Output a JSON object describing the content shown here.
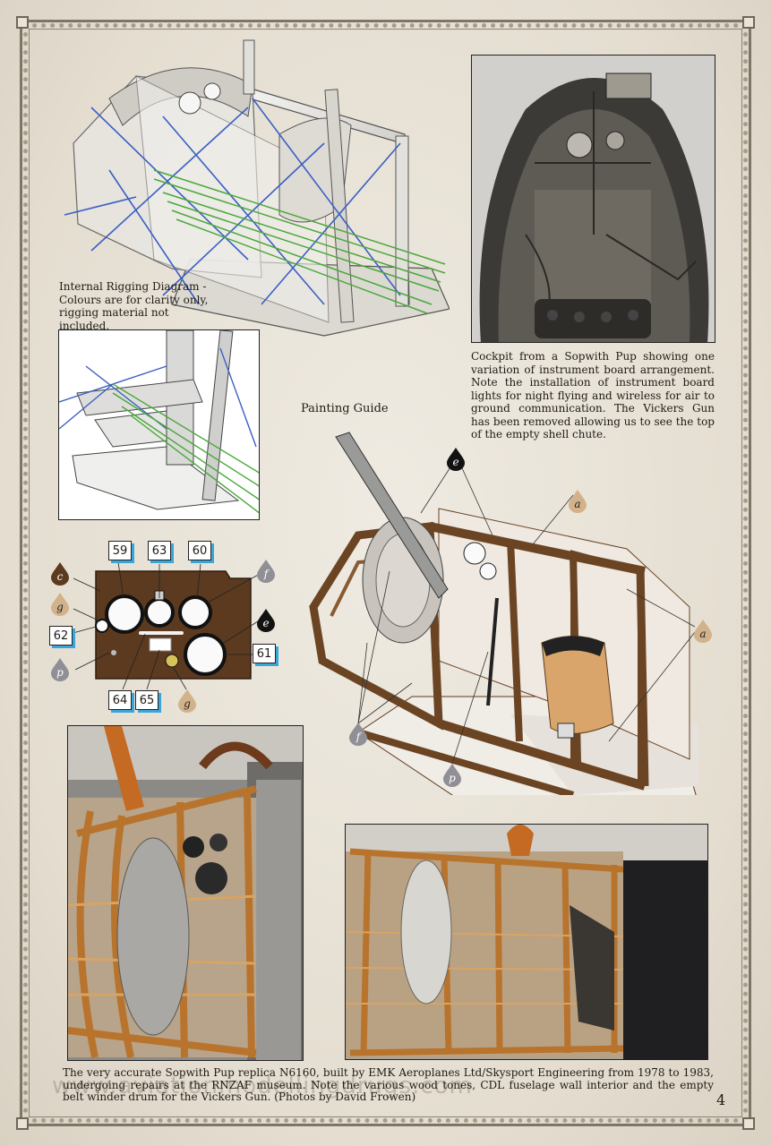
{
  "captions": {
    "rigging_diagram": "Internal Rigging Diagram - Colours are for clarity only, rigging material not included.",
    "cockpit_photo": "Cockpit from a Sopwith Pup showing one variation of instrument board arrangement. Note the installation of instrument board lights for night flying and wireless for air to ground communication. The Vickers Gun has been removed allowing us to see the top of the empty shell chute.",
    "painting_guide": "Painting Guide",
    "replica_photos": "The very accurate Sopwith Pup replica N6160, built by EMK Aeroplanes Ltd/Skysport Engineering from 1978 to 1983, undergoing repairs at the RNZAF museum. Note the various wood tones, CDL fuselage wall interior and the empty belt winder drum for the Vickers Gun. (Photos by David Frowen)"
  },
  "page_number": "4",
  "watermark": "www.aviationmodellingdrugs.com",
  "part_numbers": {
    "p59": "59",
    "p60": "60",
    "p61": "61",
    "p62": "62",
    "p63": "63",
    "p64": "64",
    "p65": "65"
  },
  "paint_codes": {
    "c": "c",
    "g": "g",
    "p": "p",
    "f": "f",
    "e": "e",
    "a": "a"
  },
  "colors": {
    "wood_brown": "#6b4423",
    "beige_code": "#d2b28a",
    "grey_code": "#8f8f95",
    "black_code": "#121212",
    "rigging_blue": "#3a5fc4",
    "rigging_green": "#4aa83a",
    "badge_shadow": "#3aa5d8"
  }
}
